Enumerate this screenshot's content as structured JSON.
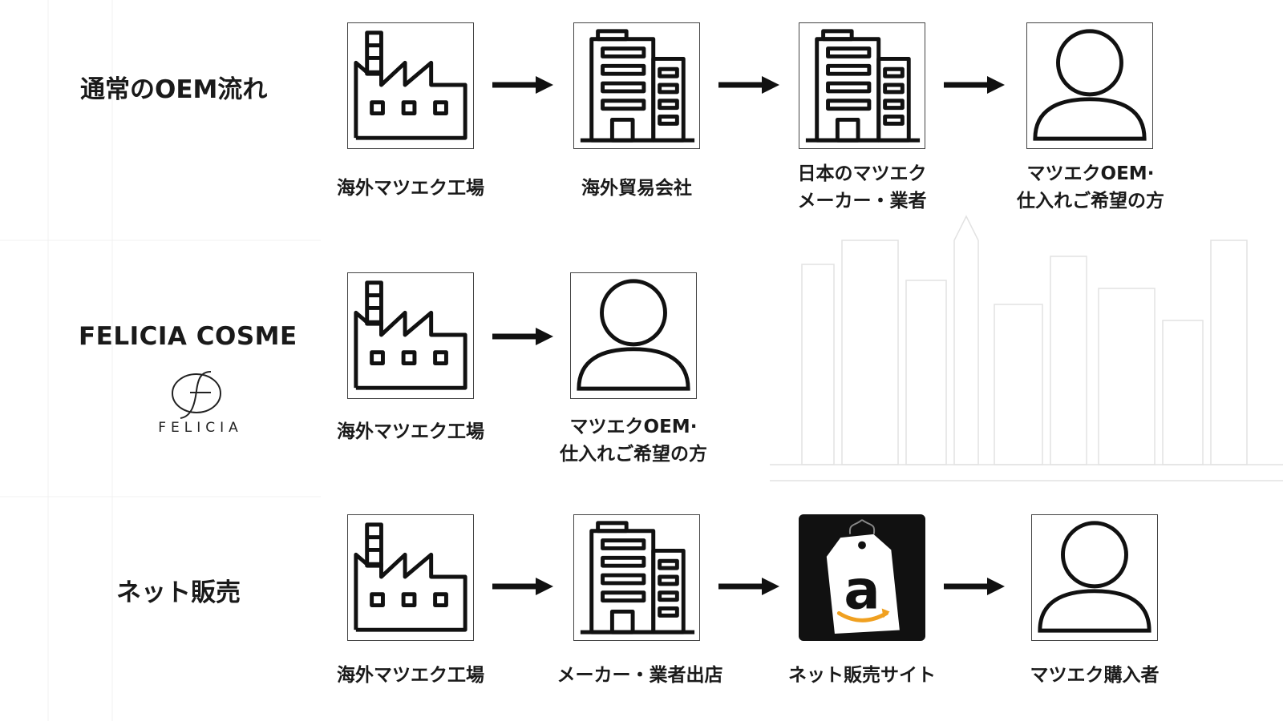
{
  "rows": {
    "row1": {
      "label": "通常のOEM流れ",
      "steps": [
        {
          "icon": "factory-icon",
          "caption": "海外マツエク工場"
        },
        {
          "icon": "office-building-icon",
          "caption": "海外貿易会社"
        },
        {
          "icon": "office-building-icon",
          "caption": "日本のマツエク\nメーカー・業者"
        },
        {
          "icon": "person-icon",
          "caption": "マツエクOEM·\n仕入れご希望の方"
        }
      ]
    },
    "row2": {
      "label": "FELICIA COSME",
      "logo_text": "FELICIA",
      "steps": [
        {
          "icon": "factory-icon",
          "caption": "海外マツエク工場"
        },
        {
          "icon": "person-icon",
          "caption": "マツエクOEM·\n仕入れご希望の方"
        }
      ]
    },
    "row3": {
      "label": "ネット販売",
      "steps": [
        {
          "icon": "factory-icon",
          "caption": "海外マツエク工場"
        },
        {
          "icon": "office-building-icon",
          "caption": "メーカー・業者出店"
        },
        {
          "icon": "amazon-tag-icon",
          "caption": "ネット販売サイト"
        },
        {
          "icon": "person-icon",
          "caption": "マツエク購入者"
        }
      ]
    }
  },
  "colors": {
    "ink": "#111111",
    "amazon_smile": "#f0a020",
    "background_sketch": "#d9d9d9"
  }
}
